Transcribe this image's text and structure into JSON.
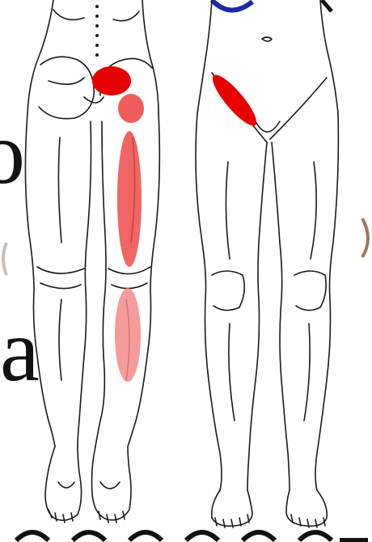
{
  "figure": {
    "left_side_letter": "a",
    "colors": {
      "pain_strong": "#e60000",
      "pain_medium": "#ee4a4a",
      "pain_light": "#f48a8a",
      "outline": "#1a1a1a",
      "arc_blue": "#1a2aa8"
    },
    "views": [
      {
        "name": "posterior-view"
      },
      {
        "name": "anterior-view"
      }
    ],
    "pain_zones": [
      {
        "view": "posterior",
        "region": "buttock",
        "intensity": "strong"
      },
      {
        "view": "posterior",
        "region": "upper-posterior-thigh",
        "intensity": "medium"
      },
      {
        "view": "posterior",
        "region": "posterior-thigh",
        "intensity": "medium"
      },
      {
        "view": "posterior",
        "region": "calf",
        "intensity": "light"
      },
      {
        "view": "anterior",
        "region": "groin-anterior-thigh",
        "intensity": "strong"
      }
    ]
  }
}
